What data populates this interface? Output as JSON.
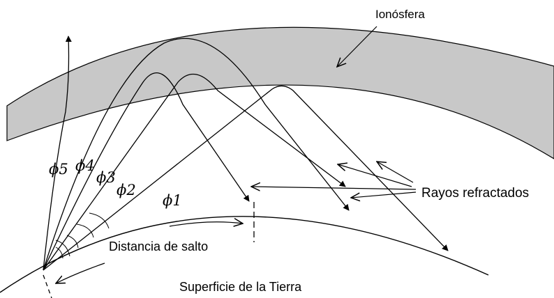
{
  "labels": {
    "ionosphere": "Ionósfera",
    "refracted_rays": "Rayos refractados",
    "skip_distance": "Distancia de salto",
    "earth_surface": "Superficie de la Tierra"
  },
  "angles": [
    "ϕ1",
    "ϕ2",
    "ϕ3",
    "ϕ4",
    "ϕ5"
  ],
  "colors": {
    "ionosphere_fill": "#c8c8c8",
    "line": "#000000",
    "background": "#ffffff"
  }
}
